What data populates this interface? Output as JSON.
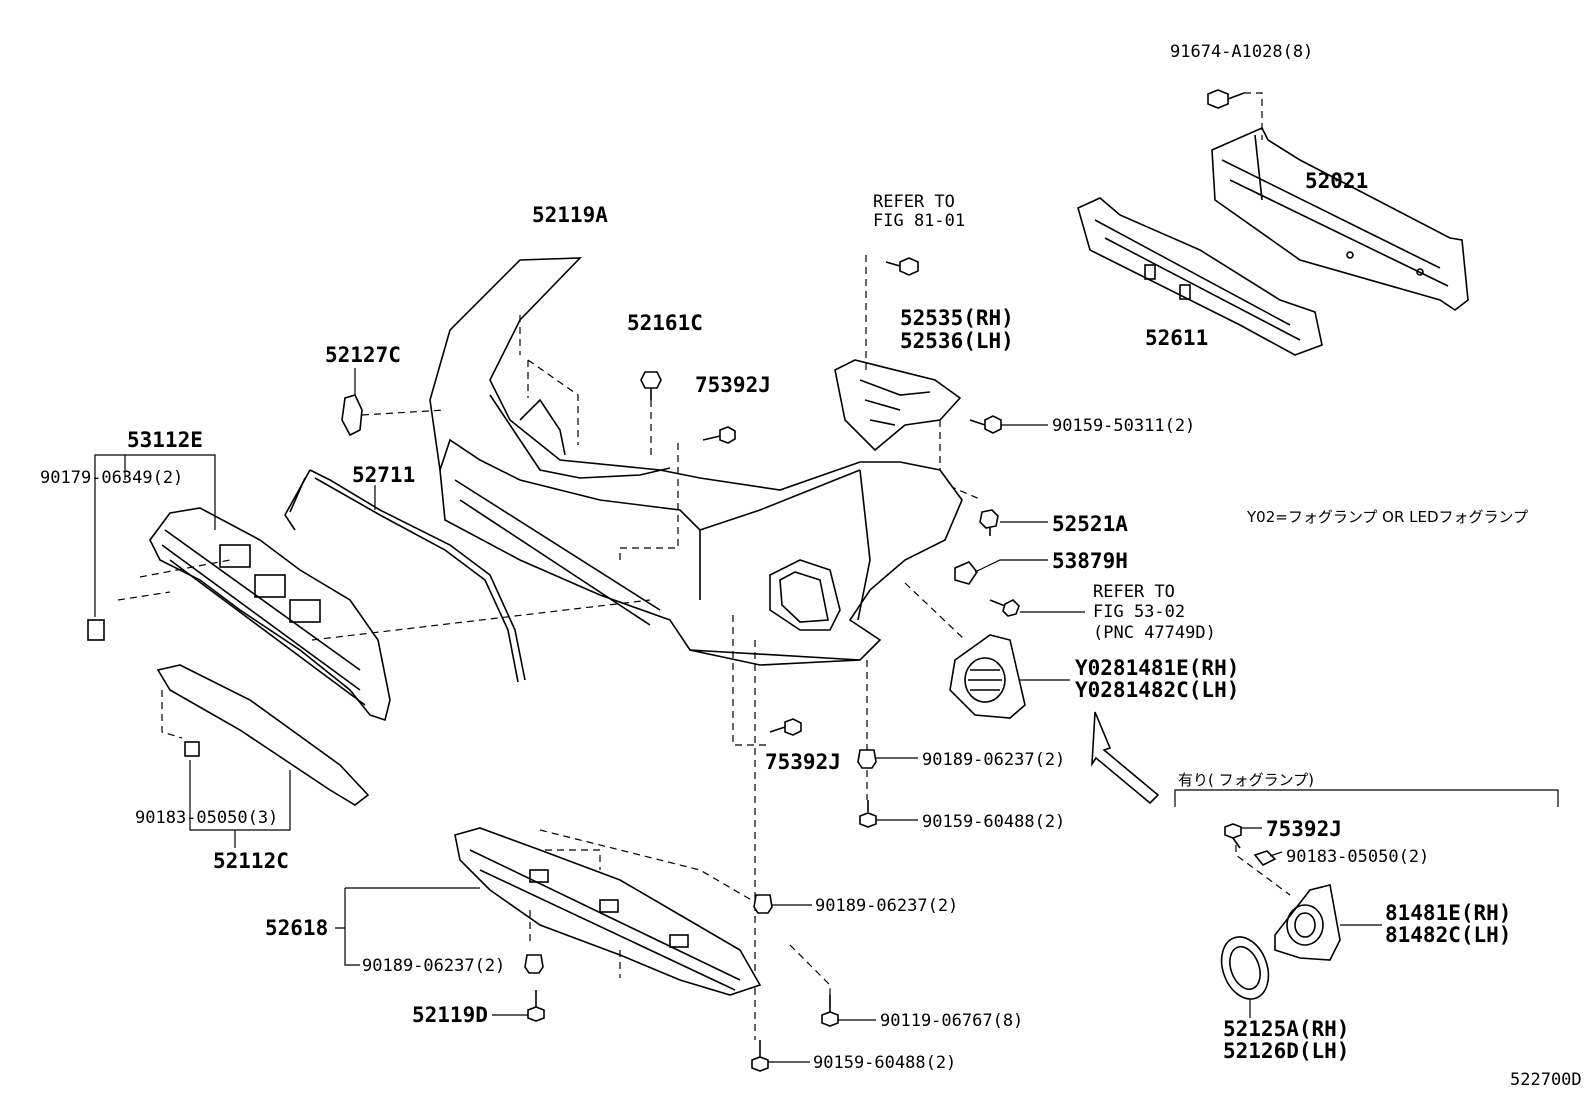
{
  "labels": {
    "p91674": "91674-A1028(8)",
    "p52021": "52021",
    "p52611": "52611",
    "refer81_1": "REFER TO",
    "refer81_2": "FIG 81-01",
    "p52535": "52535(RH)",
    "p52536": "52536(LH)",
    "p90159_50311": "90159-50311(2)",
    "p52521A": "52521A",
    "p53879H": "53879H",
    "refer53_1": "REFER TO",
    "refer53_2": "FIG 53-02",
    "refer53_3": "(PNC 47749D)",
    "pY0281481E": "Y0281481E(RH)",
    "pY0281482C": "Y0281482C(LH)",
    "note_y02": "Y02=フォグランプ OR LEDフォグランプ",
    "p52119A": "52119A",
    "p52161C": "52161C",
    "p75392J_top": "75392J",
    "p52127C": "52127C",
    "p53112E": "53112E",
    "p90179": "90179-06349(2)",
    "p52711": "52711",
    "p90183_main": "90183-05050(3)",
    "p52112C": "52112C",
    "p75392J_mid": "75392J",
    "p90189_a": "90189-06237(2)",
    "p90159_60488_a": "90159-60488(2)",
    "p52618": "52618",
    "p90189_b": "90189-06237(2)",
    "p90189_c": "90189-06237(2)",
    "p52119D": "52119D",
    "p90119": "90119-06767(8)",
    "p90159_60488_b": "90159-60488(2)",
    "fog_header": "有り( フォグランプ)",
    "p75392J_fog": "75392J",
    "p90183_fog": "90183-05050(2)",
    "p81481E": "81481E(RH)",
    "p81482C": "81482C(LH)",
    "p52125A": "52125A(RH)",
    "p52126D": "52126D(LH)",
    "fig_code": "522700D"
  }
}
